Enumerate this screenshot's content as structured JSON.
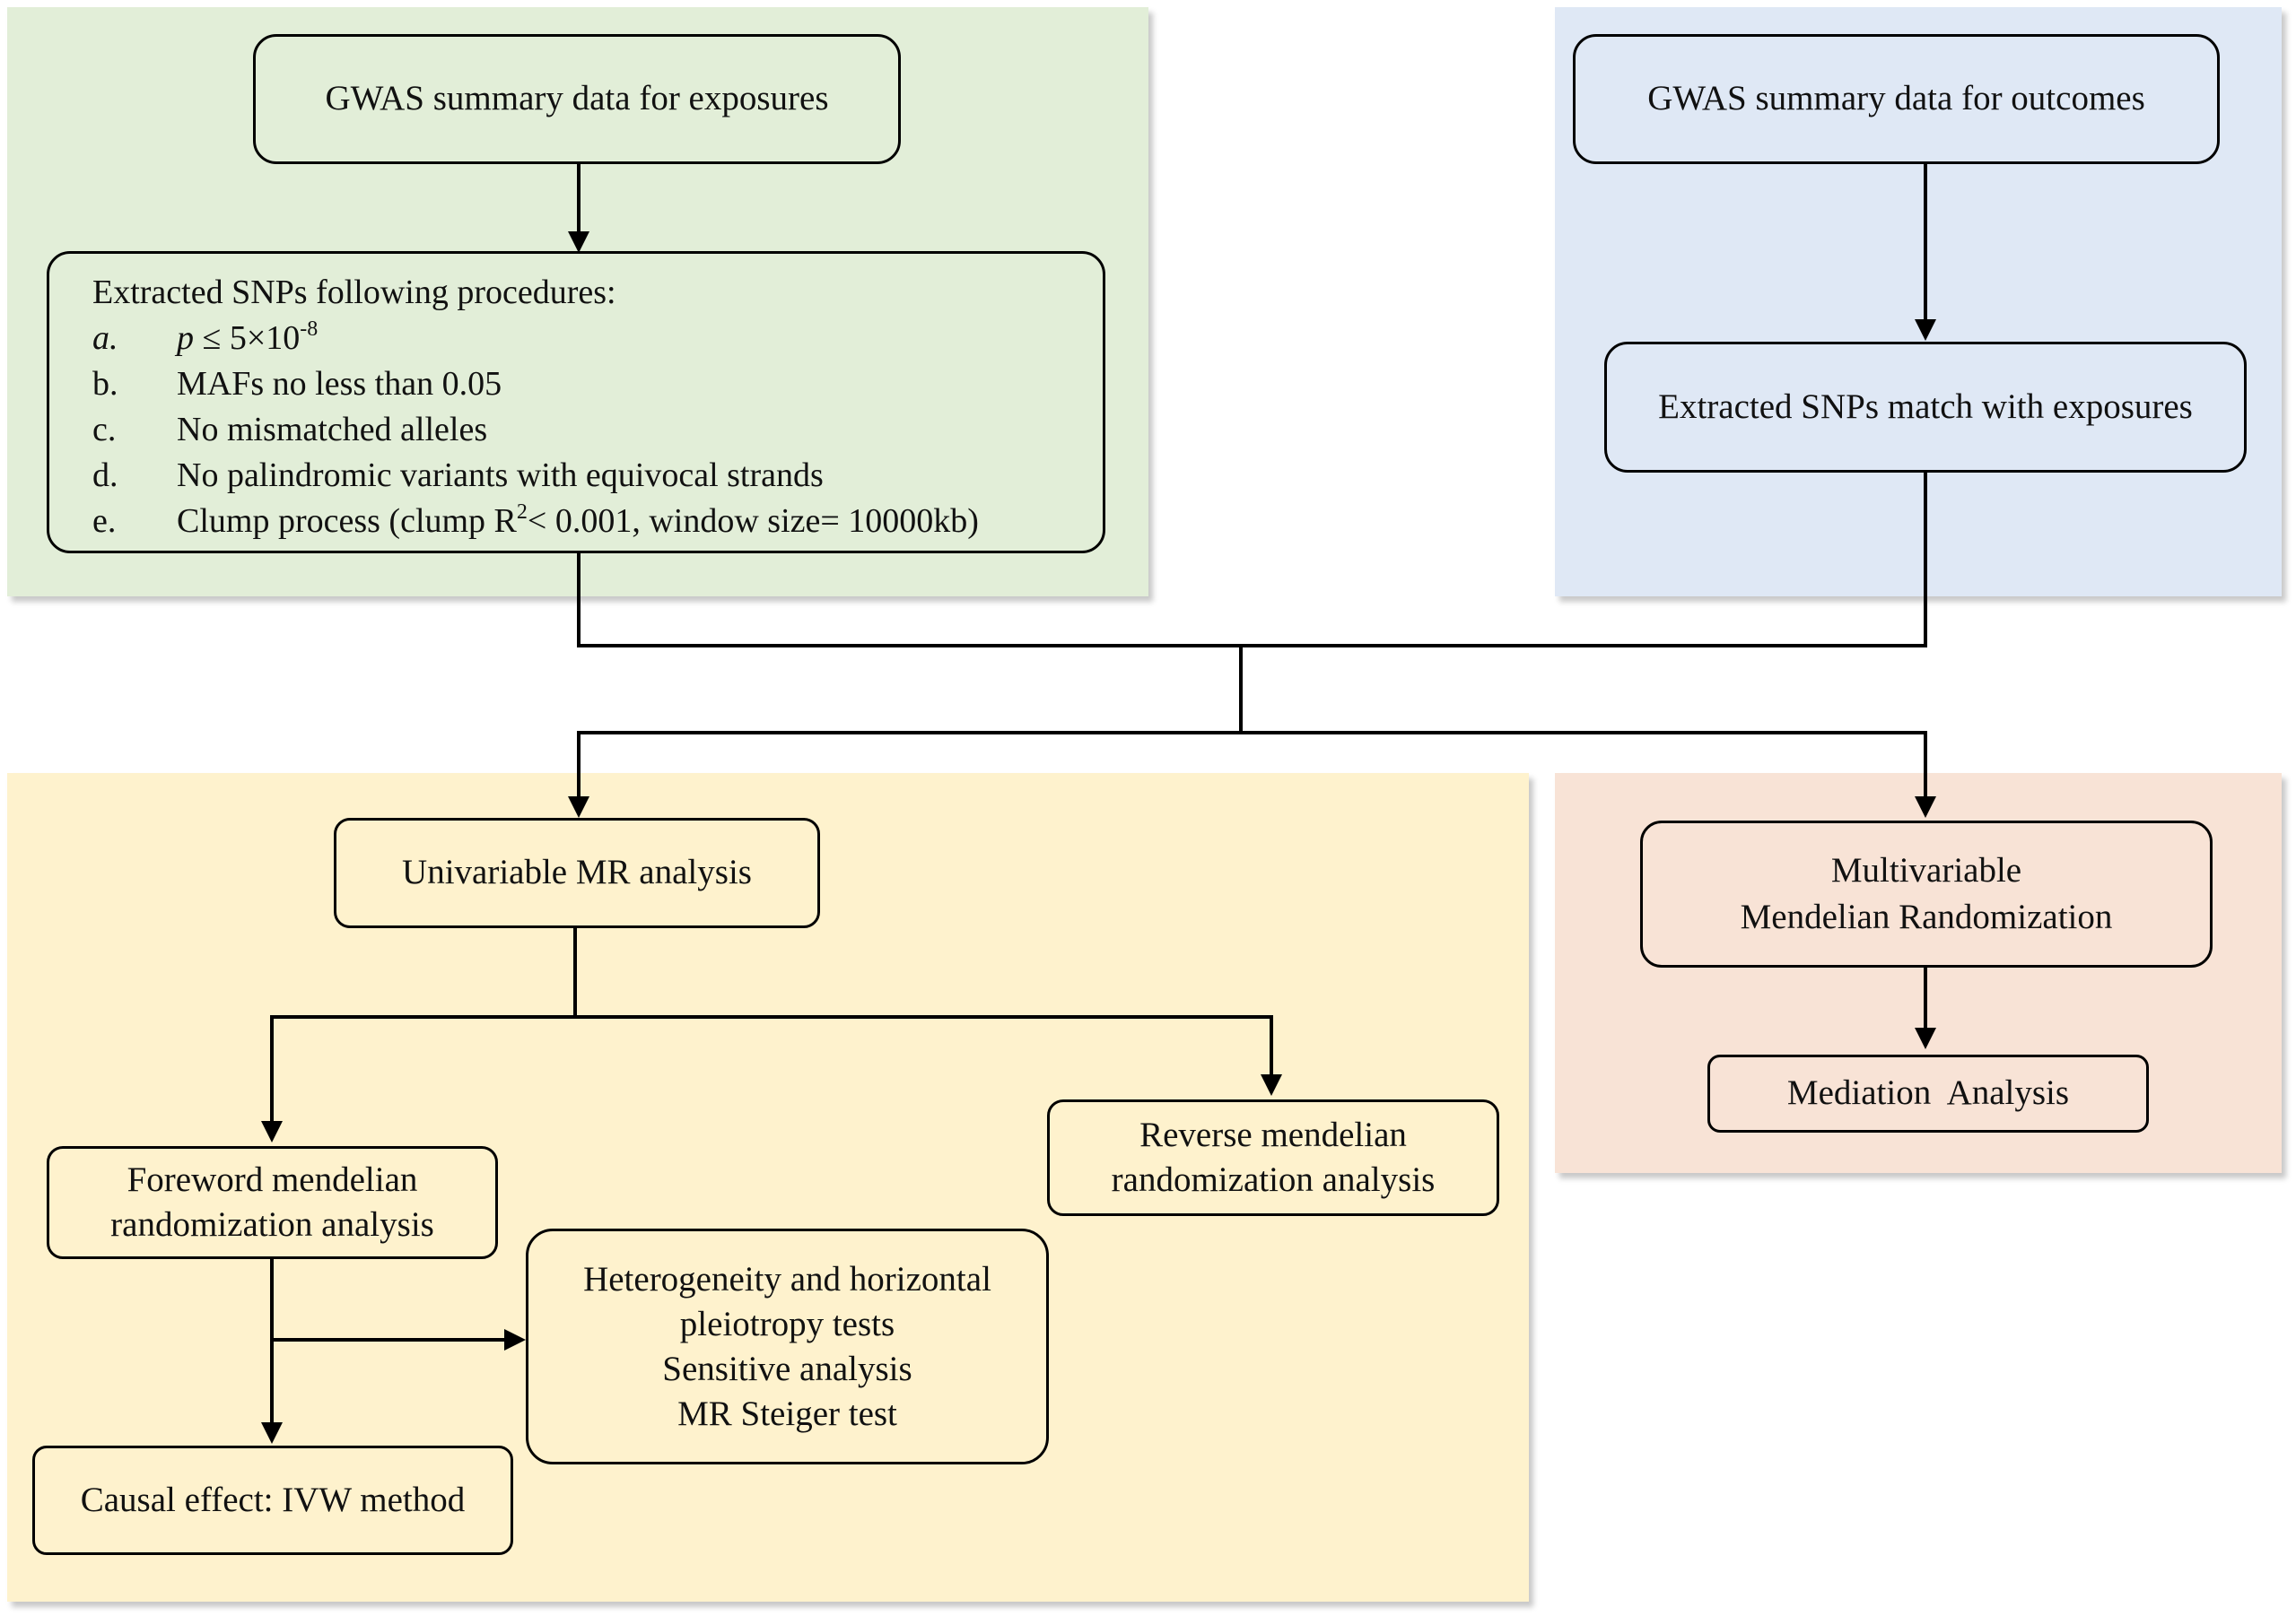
{
  "exposure": {
    "gwas_label": "GWAS summary data for exposures",
    "criteria_title": "Extracted SNPs following procedures:",
    "criteria": [
      {
        "letter": "a.",
        "prefix": "p",
        "text": " ≤ 5×10",
        "sup": "-8",
        "suffix": ""
      },
      {
        "letter": "b.",
        "prefix": "",
        "text": "MAFs no less than 0.05",
        "sup": "",
        "suffix": ""
      },
      {
        "letter": "c.",
        "prefix": "",
        "text": "No mismatched alleles",
        "sup": "",
        "suffix": ""
      },
      {
        "letter": "d.",
        "prefix": "",
        "text": "No palindromic variants with equivocal strands",
        "sup": "",
        "suffix": ""
      },
      {
        "letter": "e.",
        "prefix": "",
        "text": "Clump process (clump R",
        "sup": "2",
        "suffix": "< 0.001, window size= 10000kb)"
      }
    ]
  },
  "outcome": {
    "gwas_label": "GWAS summary data for outcomes",
    "match_label": "Extracted SNPs match with exposures"
  },
  "univariable": {
    "label": "Univariable MR analysis",
    "forward_lines": [
      "Foreword mendelian",
      "randomization analysis"
    ],
    "reverse_lines": [
      "Reverse mendelian",
      "randomization analysis"
    ],
    "tests_lines": [
      "Heterogeneity and horizontal",
      "pleiotropy tests",
      "Sensitive analysis",
      "MR Steiger test"
    ],
    "causal_label": "Causal effect: IVW method"
  },
  "multivariable": {
    "label_lines": [
      "Multivariable",
      "Mendelian Randomization"
    ],
    "mediation_label": "Mediation  Analysis"
  },
  "colors": {
    "exposure_panel": "#e2eed8",
    "outcome_panel": "#dfe8f5",
    "univariable_panel": "#fef2cd",
    "multivariable_panel": "#f8e3d6",
    "line": "#000000"
  }
}
